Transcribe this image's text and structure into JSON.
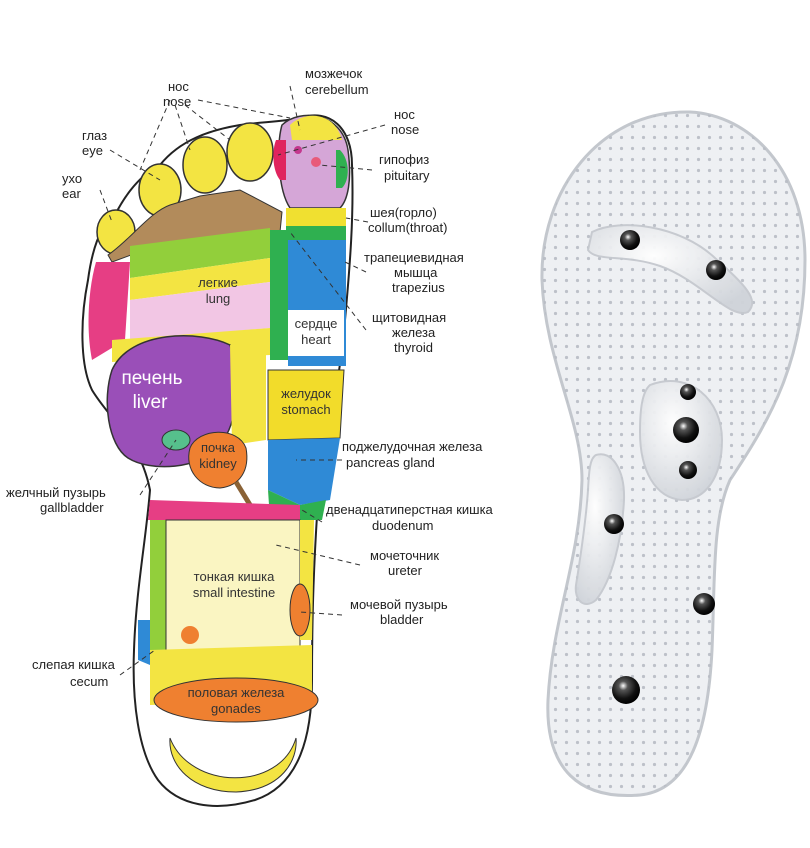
{
  "labels": {
    "cerebellum": {
      "ru": "мозжечок",
      "en": "cerebellum"
    },
    "nose_left": {
      "ru": "нос",
      "en": "nose"
    },
    "eye": {
      "ru": "глаз",
      "en": "eye"
    },
    "ear": {
      "ru": "ухо",
      "en": "ear"
    },
    "nose_right": {
      "ru": "нос",
      "en": "nose"
    },
    "pituitary": {
      "ru": "гипофиз",
      "en": "pituitary"
    },
    "neck": {
      "ru": "шея(горло)",
      "en": "collum(throat)"
    },
    "trapezius": {
      "ru1": "трапециевидная",
      "ru2": "мышца",
      "en": "trapezius"
    },
    "thyroid": {
      "ru1": "щитовидная",
      "ru2": "железа",
      "en": "thyroid"
    },
    "pancreas": {
      "ru": "поджелудочная железа",
      "en": "pancreas gland"
    },
    "gallbladder": {
      "ru": "желчный пузырь",
      "en": "gallbladder"
    },
    "duodenum": {
      "ru": "двенадцатиперстная кишка",
      "en": "duodenum"
    },
    "ureter": {
      "ru": "мочеточник",
      "en": "ureter"
    },
    "bladder": {
      "ru": "мочевой пузырь",
      "en": "bladder"
    },
    "cecum": {
      "ru": "слепая кишка",
      "en": "cecum"
    }
  },
  "zones": {
    "lung": {
      "ru": "легкие",
      "en": "lung"
    },
    "heart": {
      "ru": "сердце",
      "en": "heart"
    },
    "liver": {
      "ru": "печень",
      "en": "liver"
    },
    "stomach": {
      "ru": "желудок",
      "en": "stomach"
    },
    "kidney": {
      "ru": "почка",
      "en": "kidney"
    },
    "small_intestine": {
      "ru": "тонкая кишка",
      "en": "small intestine"
    },
    "gonads": {
      "ru": "половая железа",
      "en": "gonades"
    }
  },
  "colors": {
    "toe_yellow": "#f3e442",
    "big_toe_purple": "#d5a6d7",
    "lung_pink": "#f2c6e4",
    "liver_purple": "#9a4fb8",
    "heart_blue": "#2f8ad6",
    "stomach_yellow": "#f2dc2a",
    "kidney_orange": "#ef8030",
    "green": "#4bbf4d",
    "insole_gray": "#e4e6ea",
    "magnet_black": "#1a1a1a"
  }
}
